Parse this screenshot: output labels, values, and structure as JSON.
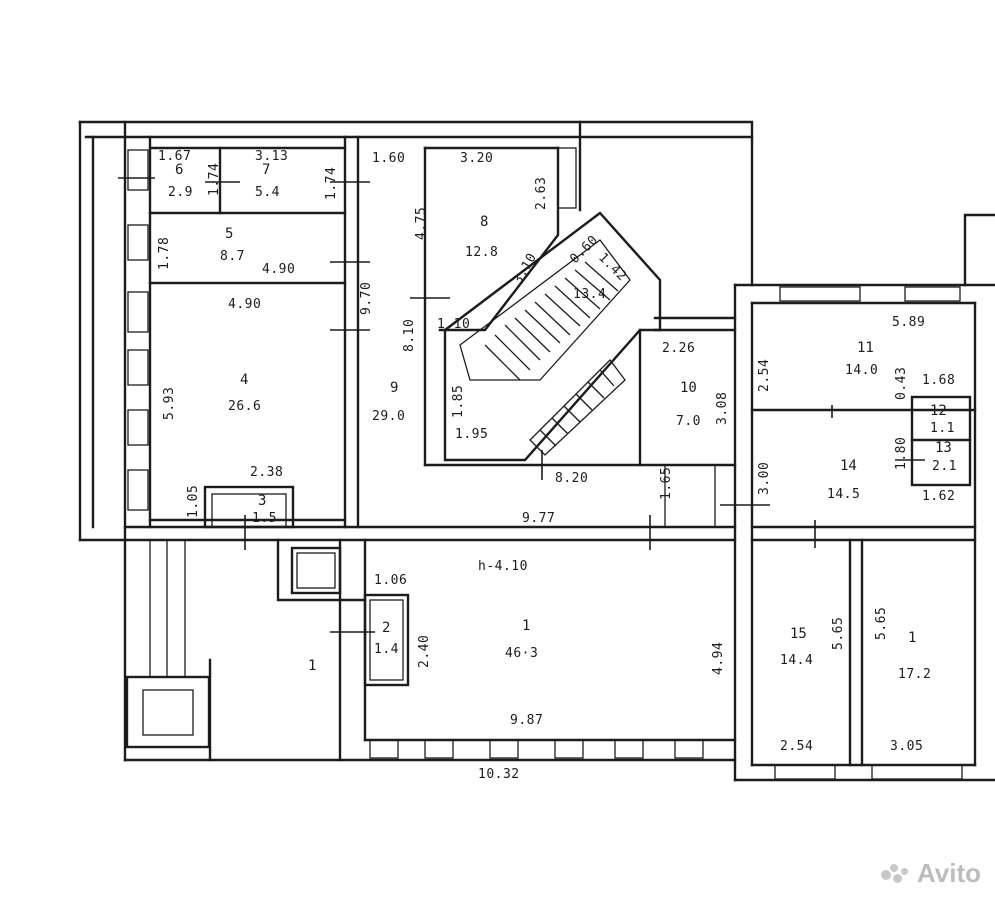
{
  "watermark": "Avito",
  "rooms": {
    "r1": {
      "num": "1",
      "area": "46·3"
    },
    "r1b": {
      "num": "1",
      "area": "17.2"
    },
    "r1c": {
      "num": "1"
    },
    "r2": {
      "num": "2",
      "area": "1.4"
    },
    "r3": {
      "num": "3",
      "area": "1.5"
    },
    "r4": {
      "num": "4",
      "area": "26.6"
    },
    "r5": {
      "num": "5",
      "area": "8.7"
    },
    "r6": {
      "num": "6",
      "area": "2.9"
    },
    "r7": {
      "num": "7",
      "area": "5.4"
    },
    "r8": {
      "num": "8",
      "area": "12.8"
    },
    "r9": {
      "num": "9",
      "area": "29.0"
    },
    "r10": {
      "num": "10",
      "area": "7.0"
    },
    "r11": {
      "num": "11",
      "area": "14.0"
    },
    "r12": {
      "num": "12",
      "area": "1.1"
    },
    "r13": {
      "num": "13",
      "area": "2.1"
    },
    "r14": {
      "num": "14",
      "area": "14.5"
    },
    "r15": {
      "num": "15",
      "area": "14.4"
    },
    "stair": {
      "area": "13.4"
    }
  },
  "dims": {
    "d_1_67": "1.67",
    "d_1_74a": "1.74",
    "d_3_13": "3.13",
    "d_1_74b": "1.74",
    "d_1_60": "1.60",
    "d_3_20": "3.20",
    "d_2_63": "2.63",
    "d_4_75": "4.75",
    "d_1_78": "1.78",
    "d_4_90a": "4.90",
    "d_4_90b": "4.90",
    "d_9_70": "9.70",
    "d_3_10": "3.10",
    "d_0_60": "0.60",
    "d_1_42": "1.42",
    "d_8_10": "8.10",
    "d_1_10": "1.10",
    "d_5_93": "5.93",
    "d_1_85": "1.85",
    "d_1_95": "1.95",
    "d_2_26": "2.26",
    "d_3_08": "3.08",
    "d_2_54a": "2.54",
    "d_5_89": "5.89",
    "d_0_43": "0.43",
    "d_1_68": "1.68",
    "d_1_80": "1.80",
    "d_3_00": "3.00",
    "d_1_62": "1.62",
    "d_8_20": "8.20",
    "d_1_65": "1.65",
    "d_2_38": "2.38",
    "d_1_05": "1.05",
    "d_9_77": "9.77",
    "d_h": "h-4.10",
    "d_1_06": "1.06",
    "d_2_40": "2.40",
    "d_4_94": "4.94",
    "d_5_65a": "5.65",
    "d_5_65b": "5.65",
    "d_9_87": "9.87",
    "d_10_32": "10.32",
    "d_2_54b": "2.54",
    "d_3_05": "3.05"
  }
}
